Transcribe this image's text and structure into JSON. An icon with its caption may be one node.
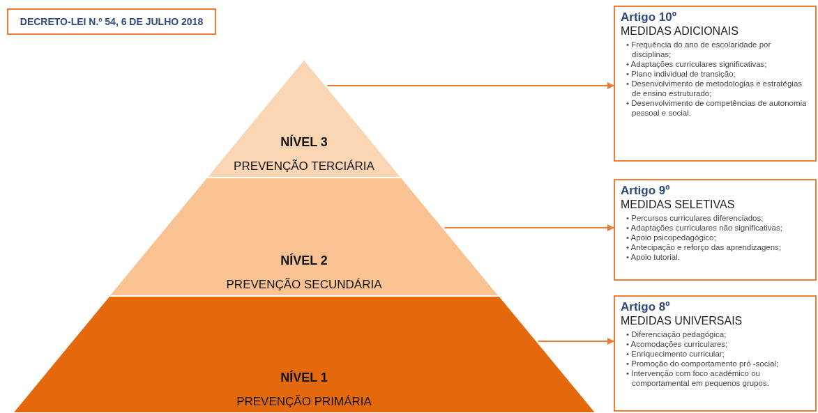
{
  "diagram": {
    "nodes": [
      {
        "text": [
          "DECRETO-LEI N.º 54, 6 DE JULHO 2018"
        ]
      },
      {
        "text": [
          "NÍVEL 3",
          "PREVENÇÃO TERCIÁRIA"
        ]
      },
      {
        "text": [
          "NÍVEL 2",
          "PREVENÇÃO SECUNDÁRIA"
        ]
      },
      {
        "text": [
          "NÍVEL 1",
          "PREVENÇÃO PRIMÁRIA"
        ]
      },
      {
        "text": [
          "Artigo 10º",
          "MEDIDAS ADICIONAIS",
          "• Frequência do ano de escolaridade por disciplinas;",
          "• Adaptações curriculares significativas;",
          "• Plano individual de transição;",
          "• Desenvolvimento de metodologias e estratégias de ensino estruturado;",
          "• Desenvolvimento de competências de autonomia pessoal e social."
        ]
      },
      {
        "text": [
          "Artigo 9º",
          "MEDIDAS SELETIVAS",
          "• Percursos curriculares diferenciados;",
          "• Adaptações curriculares não significativas;",
          "• Apoio psicopedagógico;",
          "• Antecipação e reforço das aprendizagens;",
          "• Apoio tutorial."
        ]
      },
      {
        "text": [
          "Artigo 8º",
          "MEDIDAS UNIVERSAIS",
          "• Diferenciação pedagógica;",
          "• Acomodações curriculares;",
          "• Enriquecimento curricular;",
          "• Promoção do comportamento pró -social;",
          "• Intervenção com foco académico ou comportamental em pequenos grupos."
        ]
      }
    ],
    "edges": [
      {
        "from": 1,
        "to": 4,
        "arrow": "to"
      },
      {
        "from": 2,
        "to": 5,
        "arrow": "to"
      },
      {
        "from": 3,
        "to": 6,
        "arrow": "to"
      }
    ]
  }
}
